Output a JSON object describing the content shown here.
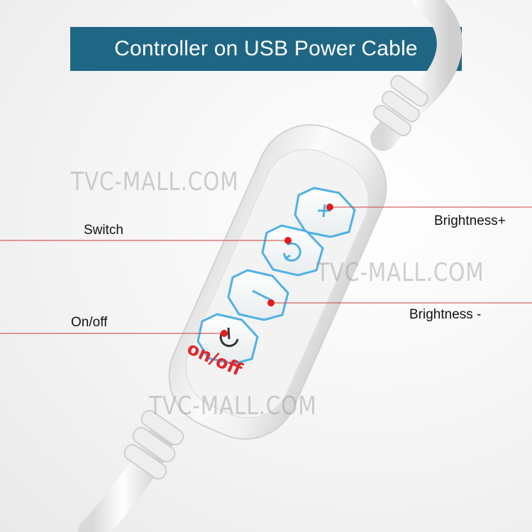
{
  "banner": {
    "title": "Controller on USB Power Cable"
  },
  "watermark": {
    "text": "TVC-MALL.COM"
  },
  "labels": {
    "switch": "Switch",
    "on_off": "On/off",
    "brightness_plus": "Brightness+",
    "brightness_minus": "Brightness -"
  },
  "device": {
    "printed_text": "on/off",
    "print_color": "#e0262a",
    "button_outline_color": "#4fb0e8"
  },
  "colors": {
    "banner_bg": "#1f6684",
    "pointer_line": "#d23a3a",
    "pointer_dot": "#e01c1c"
  }
}
